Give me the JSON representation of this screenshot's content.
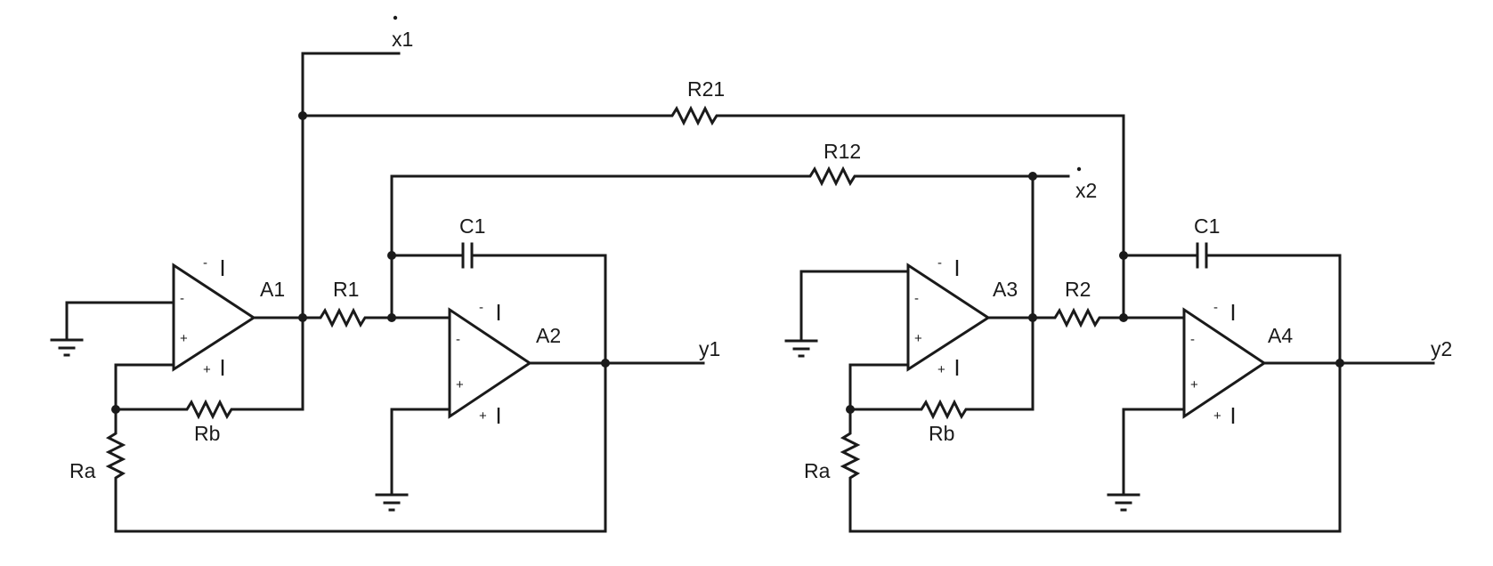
{
  "labels": {
    "x1": "x1",
    "x2": "x2",
    "y1": "y1",
    "y2": "y2",
    "R21": "R21",
    "R12": "R12",
    "C1_left": "C1",
    "C1_right": "C1",
    "R1": "R1",
    "R2": "R2",
    "Ra_left": "Ra",
    "Rb_left": "Rb",
    "Ra_right": "Ra",
    "Rb_right": "Rb",
    "A1": "A1",
    "A2": "A2",
    "A3": "A3",
    "A4": "A4"
  },
  "pin_signs": {
    "minus": "-",
    "plus": "+"
  }
}
